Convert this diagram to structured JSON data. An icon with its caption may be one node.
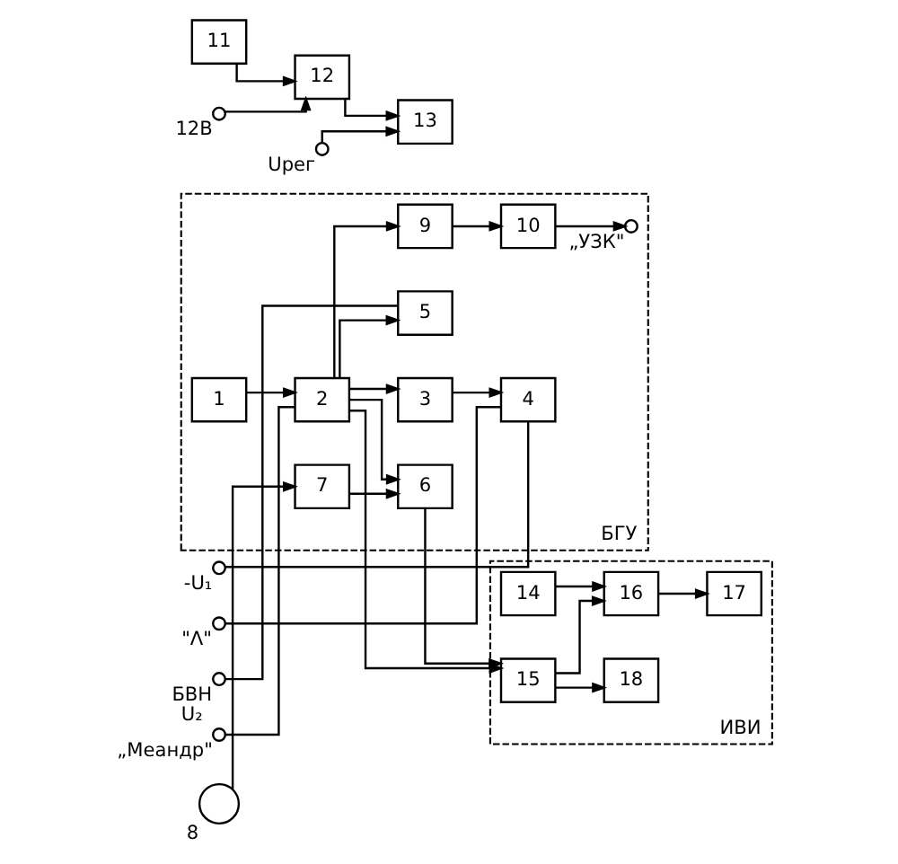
{
  "diagram": {
    "nodes": [
      {
        "text": [],
        "shape": "circle",
        "beside": [
          "БВН",
          "U₂"
        ]
      },
      {
        "text": [],
        "shape": "circle",
        "beside": [
          "-U₁"
        ]
      },
      {
        "text": [],
        "shape": "circle",
        "beside": [
          "\"Λ\""
        ]
      },
      {
        "text": [],
        "shape": "circle",
        "beside": [
          "„Меандр\""
        ]
      },
      {
        "text": [
          "БГУ"
        ]
      },
      {
        "text": [
          "1"
        ],
        "in": 4
      },
      {
        "text": [
          "2"
        ],
        "in": 4
      },
      {
        "text": [
          "3"
        ],
        "in": 4
      },
      {
        "text": [
          "4"
        ],
        "in": 4
      },
      {
        "text": [
          "5"
        ],
        "in": 4
      },
      {
        "text": [
          "6"
        ],
        "in": 4
      },
      {
        "text": [
          "7"
        ],
        "in": 4
      },
      {
        "text": [
          "9"
        ],
        "in": 4
      },
      {
        "text": [
          "10"
        ],
        "in": 4
      },
      {
        "text": [],
        "shape": "circle",
        "beside": [
          "„УЗК\""
        ],
        "in": 4
      },
      {
        "text": [
          "ИВИ"
        ]
      },
      {
        "text": [
          "14"
        ],
        "in": 15
      },
      {
        "text": [
          "16"
        ],
        "in": 15
      },
      {
        "text": [
          "17"
        ],
        "in": 15
      },
      {
        "text": [
          "15"
        ],
        "in": 15
      },
      {
        "text": [
          "18"
        ],
        "in": 15
      },
      {
        "text": [],
        "shape": "circle",
        "beside": [
          "8"
        ]
      },
      {
        "text": [
          "11"
        ]
      },
      {
        "text": [
          "12"
        ]
      },
      {
        "text": [
          "13"
        ]
      },
      {
        "text": [],
        "shape": "circle",
        "beside": [
          "12В"
        ]
      },
      {
        "text": [],
        "shape": "circle",
        "beside": [
          "Uрег"
        ]
      }
    ],
    "edges": [
      {
        "from": 5,
        "to": 6,
        "arrow": "to"
      },
      {
        "from": 6,
        "to": 3,
        "arrow": "none"
      },
      {
        "from": 6,
        "to": 19,
        "arrow": "to"
      },
      {
        "from": 6,
        "to": 7,
        "arrow": "to"
      },
      {
        "from": 6,
        "to": 9,
        "arrow": "to"
      },
      {
        "from": 6,
        "to": 10,
        "arrow": "to"
      },
      {
        "from": 6,
        "to": 12,
        "arrow": "to"
      },
      {
        "from": 7,
        "to": 8,
        "arrow": "to"
      },
      {
        "from": 8,
        "to": 1,
        "arrow": "none"
      },
      {
        "from": 8,
        "to": 2,
        "arrow": "none"
      },
      {
        "from": 9,
        "to": 0,
        "arrow": "none"
      },
      {
        "from": 10,
        "to": 19,
        "arrow": "to"
      },
      {
        "from": 11,
        "to": 10,
        "arrow": "to"
      },
      {
        "from": 21,
        "to": 11,
        "arrow": "to"
      },
      {
        "from": 12,
        "to": 13,
        "arrow": "to"
      },
      {
        "from": 13,
        "to": 14,
        "arrow": "to"
      },
      {
        "from": 16,
        "to": 17,
        "arrow": "to"
      },
      {
        "from": 19,
        "to": 17,
        "arrow": "to"
      },
      {
        "from": 17,
        "to": 18,
        "arrow": "to"
      },
      {
        "from": 19,
        "to": 20,
        "arrow": "to"
      },
      {
        "from": 22,
        "to": 23,
        "arrow": "to"
      },
      {
        "from": 25,
        "to": 23,
        "arrow": "to"
      },
      {
        "from": 23,
        "to": 24,
        "arrow": "to"
      },
      {
        "from": 26,
        "to": 24,
        "arrow": "to"
      }
    ]
  }
}
